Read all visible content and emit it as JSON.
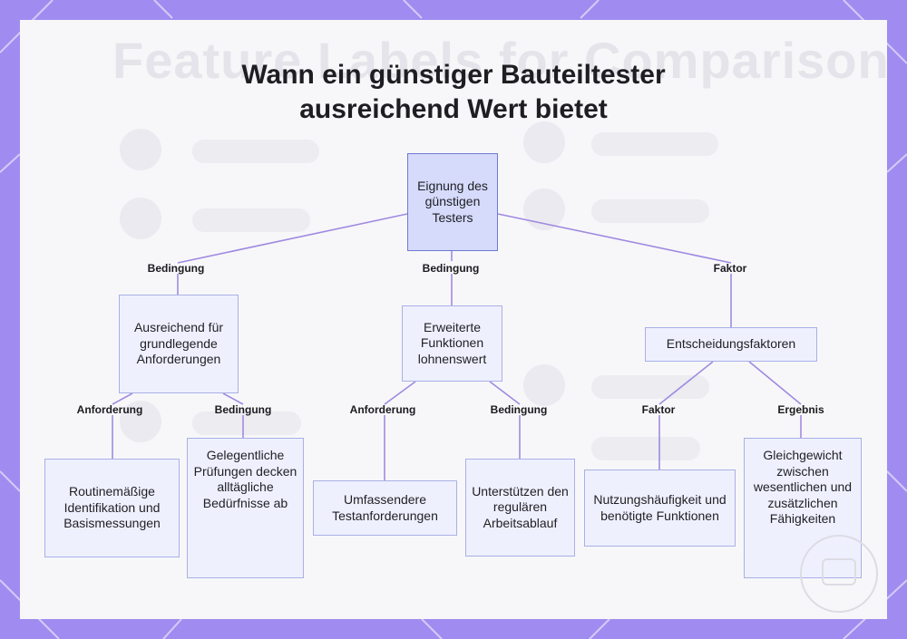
{
  "title": {
    "line1": "Wann ein günstiger Bauteiltester",
    "line2": "ausreichend Wert bietet"
  },
  "nodes": {
    "root": "Eignung des günstigen Testers",
    "basic": "Ausreichend für grundlegende Anforderungen",
    "advanced": "Erweiterte Funktionen lohnenswert",
    "decision": "Entscheidungsfaktoren",
    "routine": "Routinemäßige Identifikation und Basismessungen",
    "occasional": "Gelegentliche Prüfungen decken alltägliche Bedürfnisse ab",
    "comprehensive": "Umfassendere Testanforderungen",
    "workflow": "Unterstützen den regulären Arbeitsablauf",
    "usage": "Nutzungshäufigkeit und benötigte Funktionen",
    "balance": "Gleichgewicht zwischen wesentlichen und zusätzlichen Fähigkeiten"
  },
  "edge_labels": {
    "root_basic": "Bedingung",
    "root_advanced": "Bedingung",
    "root_decision": "Faktor",
    "basic_routine": "Anforderung",
    "basic_occasional": "Bedingung",
    "advanced_comprehensive": "Anforderung",
    "advanced_workflow": "Bedingung",
    "decision_usage": "Faktor",
    "decision_balance": "Ergebnis"
  },
  "background": {
    "ghost_title": "Feature Labels for Comparison"
  },
  "colors": {
    "frame": "#a08cf0",
    "node_fill": "#eef0fe",
    "node_border": "#a9b0e6",
    "root_fill": "#d6dafb",
    "edge": "#a08ae0"
  }
}
